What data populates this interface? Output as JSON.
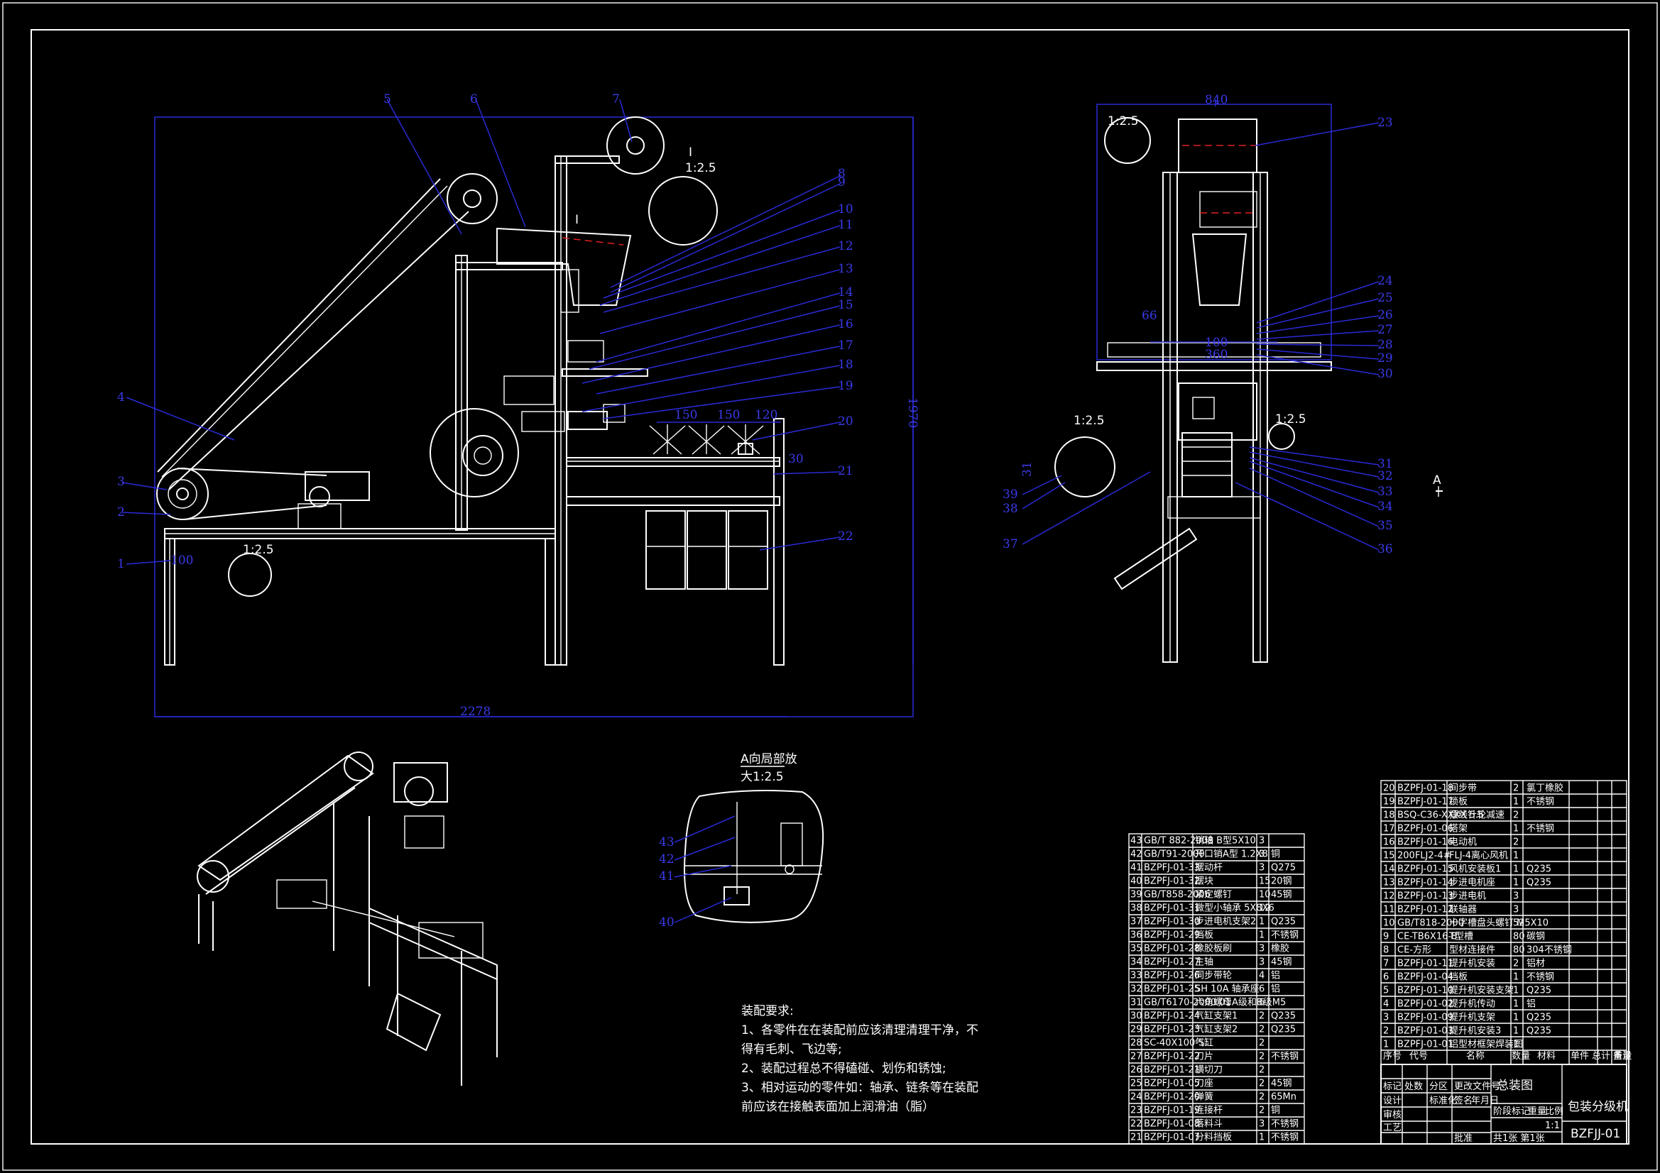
{
  "drawing": {
    "part_labels_front": [
      "1",
      "2",
      "3",
      "4",
      "5",
      "6",
      "7",
      "8",
      "9",
      "10",
      "11",
      "12",
      "13",
      "14",
      "15",
      "16",
      "17",
      "18",
      "19",
      "20",
      "21",
      "22"
    ],
    "part_labels_side": [
      "23",
      "24",
      "25",
      "26",
      "27",
      "28",
      "29",
      "30",
      "31",
      "32",
      "33",
      "34",
      "35",
      "36",
      "37",
      "38",
      "39"
    ],
    "part_labels_detail": [
      "40",
      "41",
      "42",
      "43"
    ],
    "dimensions": {
      "overall_length": "2278",
      "height": "1970",
      "width": "840",
      "d100": "100",
      "d150a": "150",
      "d150b": "150",
      "d120": "120",
      "d30": "30",
      "side_100": "100",
      "side_360": "360",
      "side_66": "66",
      "side_31": "31"
    },
    "scales": {
      "detail_I_label": "I",
      "detail_I_scale": "1:2.5",
      "detail_base": "1:2.5",
      "side_top": "1:2.5",
      "side_left": "1:2.5",
      "side_right": "1:2.5"
    },
    "view_mark": "A",
    "detail_view_title_1": "A向局部放",
    "detail_view_title_2": "大1:2.5"
  },
  "notes": {
    "title": "装配要求:",
    "lines": [
      "1、各零件在在装配前应该清理清理干净，不",
      "得有毛刺、飞边等;",
      "2、装配过程总不得磕碰、划伤和锈蚀;",
      "3、相对运动的零件如：轴承、链条等在装配",
      "前应该在接触表面加上润滑油（脂）"
    ]
  },
  "bom_right": [
    {
      "no": "20",
      "code": "BZPFJ-01-18",
      "name": "间步带",
      "qty": "2",
      "material": "氯丁橡胶"
    },
    {
      "no": "19",
      "code": "BZPFJ-01-17",
      "name": "锁板",
      "qty": "1",
      "material": "不锈钢"
    },
    {
      "no": "18",
      "code": "BSQ-C36-XXXX 5.5",
      "name": "摆线针轮减速",
      "qty": "2",
      "material": ""
    },
    {
      "no": "17",
      "code": "BZPFJ-01-06",
      "name": "搭架",
      "qty": "1",
      "material": "不锈钢"
    },
    {
      "no": "16",
      "code": "BZPFJ-01-16",
      "name": "电动机",
      "qty": "2",
      "material": ""
    },
    {
      "no": "15",
      "code": "200FLJ2-4#",
      "name": "FLJ-4离心风机",
      "qty": "1",
      "material": ""
    },
    {
      "no": "14",
      "code": "BZPFJ-01-15",
      "name": "风机安装板1",
      "qty": "1",
      "material": "Q235"
    },
    {
      "no": "13",
      "code": "BZPFJ-01-14",
      "name": "步进电机座",
      "qty": "1",
      "material": "Q235"
    },
    {
      "no": "12",
      "code": "BZPFJ-01-13",
      "name": "步进电机",
      "qty": "3",
      "material": ""
    },
    {
      "no": "11",
      "code": "BZPFJ-01-12",
      "name": "联轴器",
      "qty": "3",
      "material": ""
    },
    {
      "no": "10",
      "code": "GB/T818-2000",
      "name": "十字槽盘头螺钉 M5X10",
      "qty": "52",
      "material": ""
    },
    {
      "no": "9",
      "code": "CE-TB6X16-8",
      "name": "T型槽",
      "qty": "80",
      "material": "碳钢"
    },
    {
      "no": "8",
      "code": "CE-方形",
      "name": "型材连接件",
      "qty": "80",
      "material": "304不锈钢"
    },
    {
      "no": "7",
      "code": "BZPFJ-01-11",
      "name": "提升机安装",
      "qty": "2",
      "material": "铝材"
    },
    {
      "no": "6",
      "code": "BZPFJ-01-04",
      "name": "挡板",
      "qty": "1",
      "material": "不锈钢"
    },
    {
      "no": "5",
      "code": "BZPFJ-01-10",
      "name": "提升机安装支架",
      "qty": "1",
      "material": "Q235"
    },
    {
      "no": "4",
      "code": "BZPFJ-01-02",
      "name": "提升机传动",
      "qty": "1",
      "material": "铝"
    },
    {
      "no": "3",
      "code": "BZPFJ-01-09",
      "name": "提升机支架",
      "qty": "1",
      "material": "Q235"
    },
    {
      "no": "2",
      "code": "BZPFJ-01-03",
      "name": "提升机安装3",
      "qty": "1",
      "material": "Q235"
    },
    {
      "no": "1",
      "code": "BZPFJ-01-01",
      "name": "铝型材框架焊装图",
      "qty": "1",
      "material": ""
    }
  ],
  "bom_right_header": {
    "no": "序号",
    "code": "代号",
    "name": "名称",
    "qty": "数量",
    "material": "材料",
    "weight": "单件 总计 重量",
    "remark": "备注"
  },
  "bom_left": [
    {
      "no": "43",
      "code": "GB/T 882-2008",
      "name": "销轴 B型5X10",
      "qty": "3",
      "material": ""
    },
    {
      "no": "42",
      "code": "GB/T91-2000",
      "name": "开口销A型 1.2X8",
      "qty": "3",
      "material": "铜"
    },
    {
      "no": "41",
      "code": "BZPFJ-01-33",
      "name": "摆动杆",
      "qty": "3",
      "material": "Q275"
    },
    {
      "no": "40",
      "code": "BZPFJ-01-32",
      "name": "摆块",
      "qty": "15",
      "material": "20钢"
    },
    {
      "no": "39",
      "code": "GB/T858-2006",
      "name": "紧定螺钉",
      "qty": "10",
      "material": "45钢"
    },
    {
      "no": "38",
      "code": "BZPFJ-01-31",
      "name": "微型小轴承 5X8X6",
      "qty": "12",
      "material": ""
    },
    {
      "no": "37",
      "code": "BZPFJ-01-30",
      "name": "步进电机支架2",
      "qty": "1",
      "material": "Q235"
    },
    {
      "no": "36",
      "code": "BZPFJ-01-29",
      "name": "挡板",
      "qty": "1",
      "material": "不锈钢"
    },
    {
      "no": "35",
      "code": "BZPFJ-01-28",
      "name": "橡胶板刷",
      "qty": "3",
      "material": "橡胶"
    },
    {
      "no": "34",
      "code": "BZPFJ-01-27",
      "name": "主轴",
      "qty": "3",
      "material": "45钢"
    },
    {
      "no": "33",
      "code": "BZPFJ-01-26",
      "name": "同步带轮",
      "qty": "4",
      "material": "铝"
    },
    {
      "no": "32",
      "code": "BZPFJ-01-25",
      "name": "SH 10A 轴承座",
      "qty": "6",
      "material": "铝"
    },
    {
      "no": "31",
      "code": "GB/T6170-2000 01",
      "name": "六角螺母A级和B级M5",
      "qty": "6",
      "material": ""
    },
    {
      "no": "30",
      "code": "BZPFJ-01-24",
      "name": "气缸支架1",
      "qty": "2",
      "material": "Q235"
    },
    {
      "no": "29",
      "code": "BZPFJ-01-23",
      "name": "气缸支架2",
      "qty": "2",
      "material": "Q235"
    },
    {
      "no": "28",
      "code": "SC-40X100-S",
      "name": "气缸",
      "qty": "2",
      "material": ""
    },
    {
      "no": "27",
      "code": "BZPFJ-01-22",
      "name": "刀片",
      "qty": "2",
      "material": "不锈钢"
    },
    {
      "no": "26",
      "code": "BZPFJ-01-21",
      "name": "横切刀",
      "qty": "2",
      "material": ""
    },
    {
      "no": "25",
      "code": "BZPFJ-01-05",
      "name": "刀座",
      "qty": "2",
      "material": "45钢"
    },
    {
      "no": "24",
      "code": "BZPFJ-01-20",
      "name": "弹簧",
      "qty": "2",
      "material": "65Mn"
    },
    {
      "no": "23",
      "code": "BZPFJ-01-19",
      "name": "连接杆",
      "qty": "2",
      "material": "铜"
    },
    {
      "no": "22",
      "code": "BZPFJ-01-08",
      "name": "落料斗",
      "qty": "3",
      "material": "不锈钢"
    },
    {
      "no": "21",
      "code": "BZPFJ-01-07",
      "name": "分料挡板",
      "qty": "1",
      "material": "不锈钢"
    }
  ],
  "title_block": {
    "title": "总装图",
    "product": "包装分级机",
    "drawing_no": "BZFJJ-01",
    "stage_label": "阶段标记",
    "weight_label": "重量",
    "scale_label": "比例",
    "scale": "1:1",
    "sheet": "共1张  第1张",
    "design": "设计",
    "check": "审核",
    "process": "工艺",
    "approve": "批准",
    "std": "标准化",
    "mark_label": "标记",
    "count_label": "处数",
    "zone_label": "分区",
    "doc_label": "更改文件号",
    "sign_label": "签名",
    "date_label": "年月日"
  }
}
